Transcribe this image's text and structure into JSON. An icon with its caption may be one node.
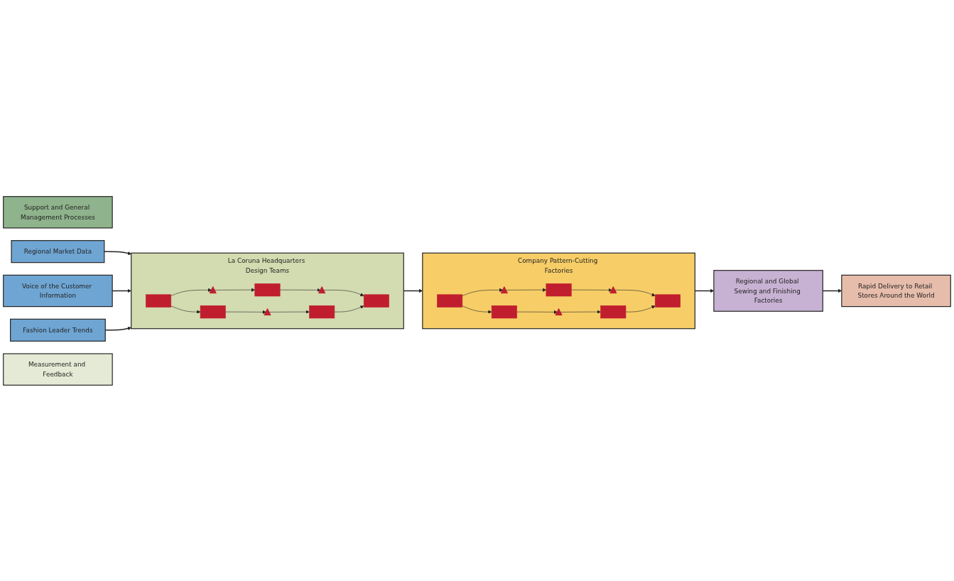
{
  "diagram": {
    "nodes": [
      {
        "text": [
          "Support and General Management Processes"
        ]
      },
      {
        "text": [
          "Regional Market Data"
        ]
      },
      {
        "text": [
          "Voice of the Customer Information"
        ]
      },
      {
        "text": [
          "Fashion Leader Trends"
        ]
      },
      {
        "text": [
          "La Coruna Headquarters Design Teams"
        ]
      },
      {
        "text": [],
        "shape": "box",
        "in": 4
      },
      {
        "text": [],
        "shape": "triangle",
        "in": 4
      },
      {
        "text": [],
        "shape": "box",
        "in": 4
      },
      {
        "text": [],
        "shape": "triangle",
        "in": 4
      },
      {
        "text": [],
        "shape": "box",
        "in": 4
      },
      {
        "text": [],
        "shape": "box",
        "in": 4
      },
      {
        "text": [],
        "shape": "triangle",
        "in": 4
      },
      {
        "text": [],
        "shape": "box",
        "in": 4
      },
      {
        "text": [
          "Company Pattern-Cutting Factories"
        ]
      },
      {
        "text": [],
        "shape": "box",
        "in": 13
      },
      {
        "text": [],
        "shape": "triangle",
        "in": 13
      },
      {
        "text": [],
        "shape": "box",
        "in": 13
      },
      {
        "text": [],
        "shape": "triangle",
        "in": 13
      },
      {
        "text": [],
        "shape": "box",
        "in": 13
      },
      {
        "text": [],
        "shape": "box",
        "in": 13
      },
      {
        "text": [],
        "shape": "triangle",
        "in": 13
      },
      {
        "text": [],
        "shape": "box",
        "in": 13
      },
      {
        "text": [
          "Regional and Global Sewing and Finishing Factories"
        ]
      },
      {
        "text": [
          "Rapid Delivery to Retail Stores Around the World"
        ]
      },
      {
        "text": [
          "Measurement and Feedback"
        ]
      }
    ],
    "edges": [
      {
        "from": 1,
        "to": 4,
        "arrow": "to"
      },
      {
        "from": 2,
        "to": 4,
        "arrow": "to"
      },
      {
        "from": 3,
        "to": 4,
        "arrow": "to"
      },
      {
        "from": 4,
        "to": 13,
        "arrow": "to"
      },
      {
        "from": 13,
        "to": 22,
        "arrow": "to"
      },
      {
        "from": 22,
        "to": 23,
        "arrow": "to"
      },
      {
        "from": 5,
        "to": 6,
        "arrow": "to"
      },
      {
        "from": 6,
        "to": 7,
        "arrow": "to"
      },
      {
        "from": 7,
        "to": 8,
        "arrow": "to"
      },
      {
        "from": 8,
        "to": 9,
        "arrow": "to"
      },
      {
        "from": 5,
        "to": 10,
        "arrow": "to"
      },
      {
        "from": 10,
        "to": 11,
        "arrow": "to"
      },
      {
        "from": 11,
        "to": 12,
        "arrow": "to"
      },
      {
        "from": 12,
        "to": 9,
        "arrow": "to"
      },
      {
        "from": 14,
        "to": 15,
        "arrow": "to"
      },
      {
        "from": 15,
        "to": 16,
        "arrow": "to"
      },
      {
        "from": 16,
        "to": 17,
        "arrow": "to"
      },
      {
        "from": 17,
        "to": 18,
        "arrow": "to"
      },
      {
        "from": 14,
        "to": 19,
        "arrow": "to"
      },
      {
        "from": 19,
        "to": 20,
        "arrow": "to"
      },
      {
        "from": 20,
        "to": 21,
        "arrow": "to"
      },
      {
        "from": 21,
        "to": 18,
        "arrow": "to"
      }
    ]
  }
}
